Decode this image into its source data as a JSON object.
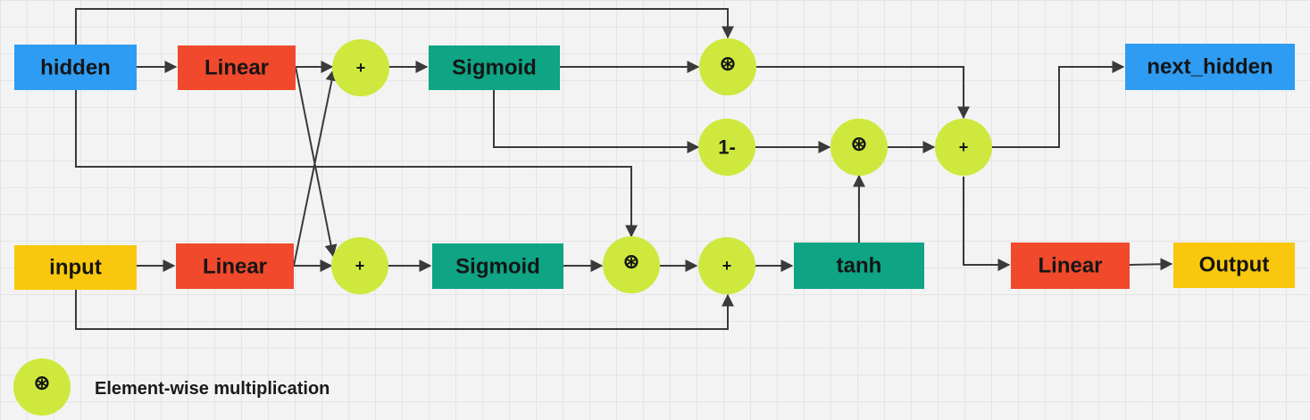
{
  "colors": {
    "io_blue": "#2e9cf2",
    "io_yellow": "#f9c80e",
    "linear_red": "#f0492b",
    "activation_teal": "#0ea484",
    "op_green": "#cfe83e",
    "edge": "#3a3a3a"
  },
  "nodes": {
    "hidden": "hidden",
    "input": "input",
    "linear_top": "Linear",
    "linear_bottom": "Linear",
    "linear_out": "Linear",
    "sigmoid_top": "Sigmoid",
    "sigmoid_bottom": "Sigmoid",
    "tanh": "tanh",
    "next_hidden": "next_hidden",
    "output": "Output",
    "plus_top": "+",
    "plus_bottom": "+",
    "plus_mid": "+",
    "plus_final": "+",
    "one_minus": "1-",
    "mult_top": "⊛",
    "mult_mid": "⊛",
    "mult_bottom": "⊛"
  },
  "legend": {
    "symbol": "⊛",
    "label": "Element-wise multiplication"
  }
}
